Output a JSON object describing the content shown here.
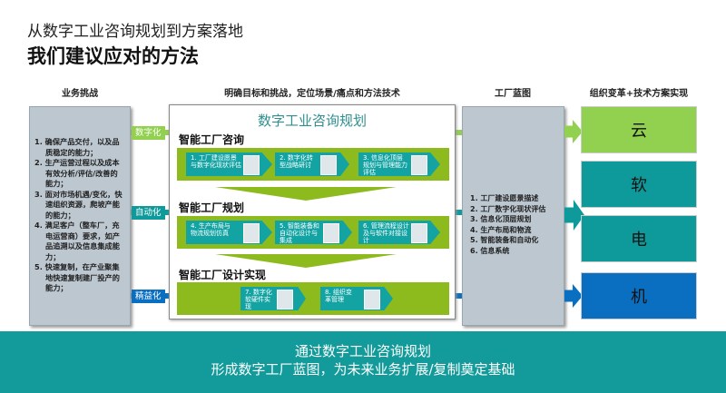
{
  "title": "从数字工业咨询规划到方案落地",
  "subtitle": "我们建议应对的方法",
  "headers": {
    "challenge": "业务挑战",
    "goals": "明确目标和挑战，定位场景/痛点和方法技术",
    "blueprint": "工厂蓝图",
    "realization": "组织变革+技术方案实现"
  },
  "challenges": [
    "1. 确保产品交付，以及品质稳定的能力；",
    "2. 生产运营过程以及成本有效分析/评估/改善的能力；",
    "3. 面对市场机遇/变化，快速组织资源，爬坡产能的能力；",
    "4. 满足客户（整车厂，充电运营商）要求，如产品追溯以及信息集成能力；",
    "5. 快速复制，在产业聚集地快速复制建厂投产的能力；"
  ],
  "tags": [
    {
      "label": "数字化",
      "color": "#92d050"
    },
    {
      "label": "自动化",
      "color": "#0e9a9a"
    },
    {
      "label": "精益化",
      "color": "#0a6fc0"
    }
  ],
  "middle": {
    "title": "数字工业咨询规划",
    "sections": [
      {
        "heading": "智能工厂咨询",
        "steps": [
          "1. 工厂建设愿景与数字化现状评估",
          "2. 数字化转型战略研讨",
          "3. 信息化顶层规划与管理能力评估"
        ]
      },
      {
        "heading": "智能工厂规划",
        "steps": [
          "4. 生产布局与物流规划仿真",
          "5. 智能装备和自动化设计与集成",
          "6. 管理流程设计及与软件对接设计"
        ]
      },
      {
        "heading": "智能工厂设计实现",
        "steps": [
          "7. 数字化软硬件实现",
          "8. 组织变革管理"
        ]
      }
    ]
  },
  "blueprint": [
    "1. 工厂建设愿景描述",
    "2. 工厂数字化现状评估",
    "3. 信息化顶层规划",
    "4. 生产布局和物流",
    "5. 智能装备和自动化",
    "6. 信息系统"
  ],
  "outcomes": [
    {
      "label": "云",
      "color": "#92d050"
    },
    {
      "label": "软",
      "color": "#0e9a9a"
    },
    {
      "label": "电",
      "color": "#0e9a9a"
    },
    {
      "label": "机",
      "color": "#0a6fc0"
    }
  ],
  "footer": [
    "通过数字工业咨询规划",
    "形成数字工厂蓝图，为未来业务扩展/复制奠定基础"
  ]
}
